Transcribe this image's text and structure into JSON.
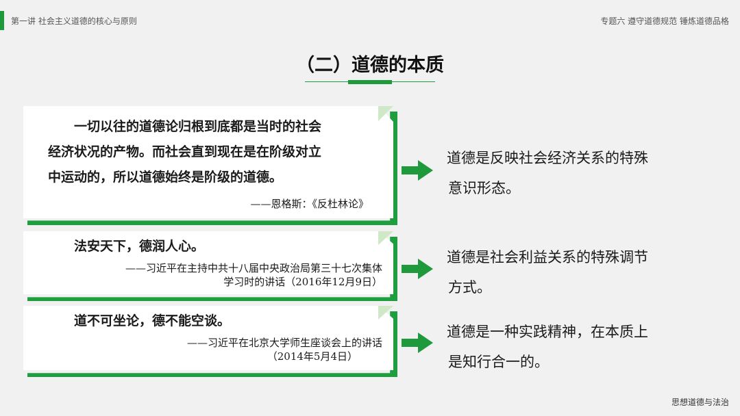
{
  "header": {
    "left": "第一讲  社会主义道德的核心与原则",
    "right": "专题六  遵守道德规范  锤炼道德品格"
  },
  "title": "（二）道德的本质",
  "quotes": [
    {
      "lines": [
        "　　一切以往的道德论归根到底都是当时的社会",
        "经济状况的产物。而社会直到现在是在阶级对立",
        "中运动的，所以道德始终是阶级的道德。"
      ],
      "source": [
        "——恩格斯：《反杜林论》"
      ]
    },
    {
      "lines": [
        "　　法安天下，德润人心。"
      ],
      "source": [
        "——习近平在主持中共十八届中央政治局第三十七次集体",
        "学习时的讲话（2016年12月9日）"
      ]
    },
    {
      "lines": [
        "　　道不可坐论，德不能空谈。"
      ],
      "source": [
        "——习近平在北京大学师生座谈会上的讲话",
        "（2014年5月4日）"
      ]
    }
  ],
  "descriptions": [
    [
      "　　道德是反映社会经济关系的特殊",
      "意识形态。"
    ],
    [
      "　　道德是社会利益关系的特殊调节",
      "方式。"
    ],
    [
      "　　道德是一种实践精神，在本质上",
      "是知行合一的。"
    ]
  ],
  "footer": "思想道德与法治",
  "colors": {
    "accent": "#1e9a3c",
    "background": "#f0f1f0"
  },
  "icons": {
    "arrow": "right-arrow-icon"
  }
}
